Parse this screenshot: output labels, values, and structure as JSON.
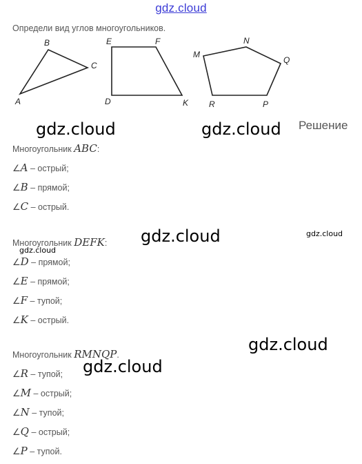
{
  "header": {
    "logo": "gdz.cloud"
  },
  "task": {
    "text": "Определи вид углов многоугольников.",
    "labels": {
      "A": "A",
      "B": "B",
      "C": "C",
      "D": "D",
      "E": "E",
      "F": "F",
      "K": "K",
      "M": "M",
      "N": "N",
      "Q": "Q",
      "R": "R",
      "P": "P"
    }
  },
  "solution": {
    "heading": "Решение",
    "angle_symbol": "∠",
    "polygons": [
      {
        "prefix": "Многоугольник ",
        "name": "ABC",
        "suffix": ":",
        "angles": [
          {
            "v": "A",
            "t": " – острый;"
          },
          {
            "v": "B",
            "t": " – прямой;"
          },
          {
            "v": "C",
            "t": " – острый."
          }
        ]
      },
      {
        "prefix": "Многоугольник ",
        "name": "DEFK",
        "suffix": ":",
        "angles": [
          {
            "v": "D",
            "t": " – прямой;"
          },
          {
            "v": "E",
            "t": " – прямой;"
          },
          {
            "v": "F",
            "t": " – тупой;"
          },
          {
            "v": "K",
            "t": " – острый."
          }
        ]
      },
      {
        "prefix": "Многоугольник ",
        "name": "RMNQP",
        "suffix": ".",
        "angles": [
          {
            "v": "R",
            "t": " – тупой;"
          },
          {
            "v": "M",
            "t": " – острый;"
          },
          {
            "v": "N",
            "t": " – тупой;"
          },
          {
            "v": "Q",
            "t": " – острый;"
          },
          {
            "v": "P",
            "t": " – тупой."
          }
        ]
      }
    ]
  },
  "watermarks": [
    "gdz.cloud",
    "gdz.cloud",
    "gdz.cloud",
    "gdz.cloud",
    "gdz.cloud",
    "gdz.cloud",
    "gdz.cloud"
  ]
}
